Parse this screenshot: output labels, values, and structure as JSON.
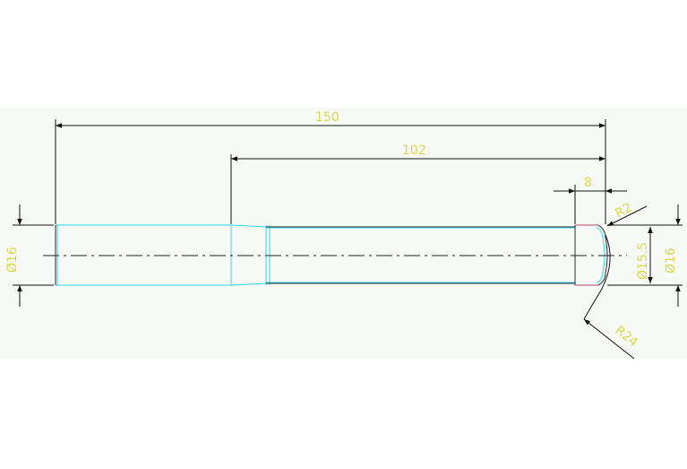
{
  "drawing": {
    "colors": {
      "background": "#f6f9f6",
      "dimension": "#111111",
      "outline": "#2fd6e6",
      "part_edge": "#2b2b2b",
      "center": "#222222",
      "text": "#d9d94a",
      "radius_highlight": "#b04a6b"
    },
    "dimensions": {
      "overall_length": "150",
      "partial_length": "102",
      "end_length": "8",
      "dia_left": "Ø16",
      "dia_inner": "Ø15.5",
      "dia_right": "Ø16",
      "radius_small": "R2",
      "radius_large": "R24"
    }
  }
}
